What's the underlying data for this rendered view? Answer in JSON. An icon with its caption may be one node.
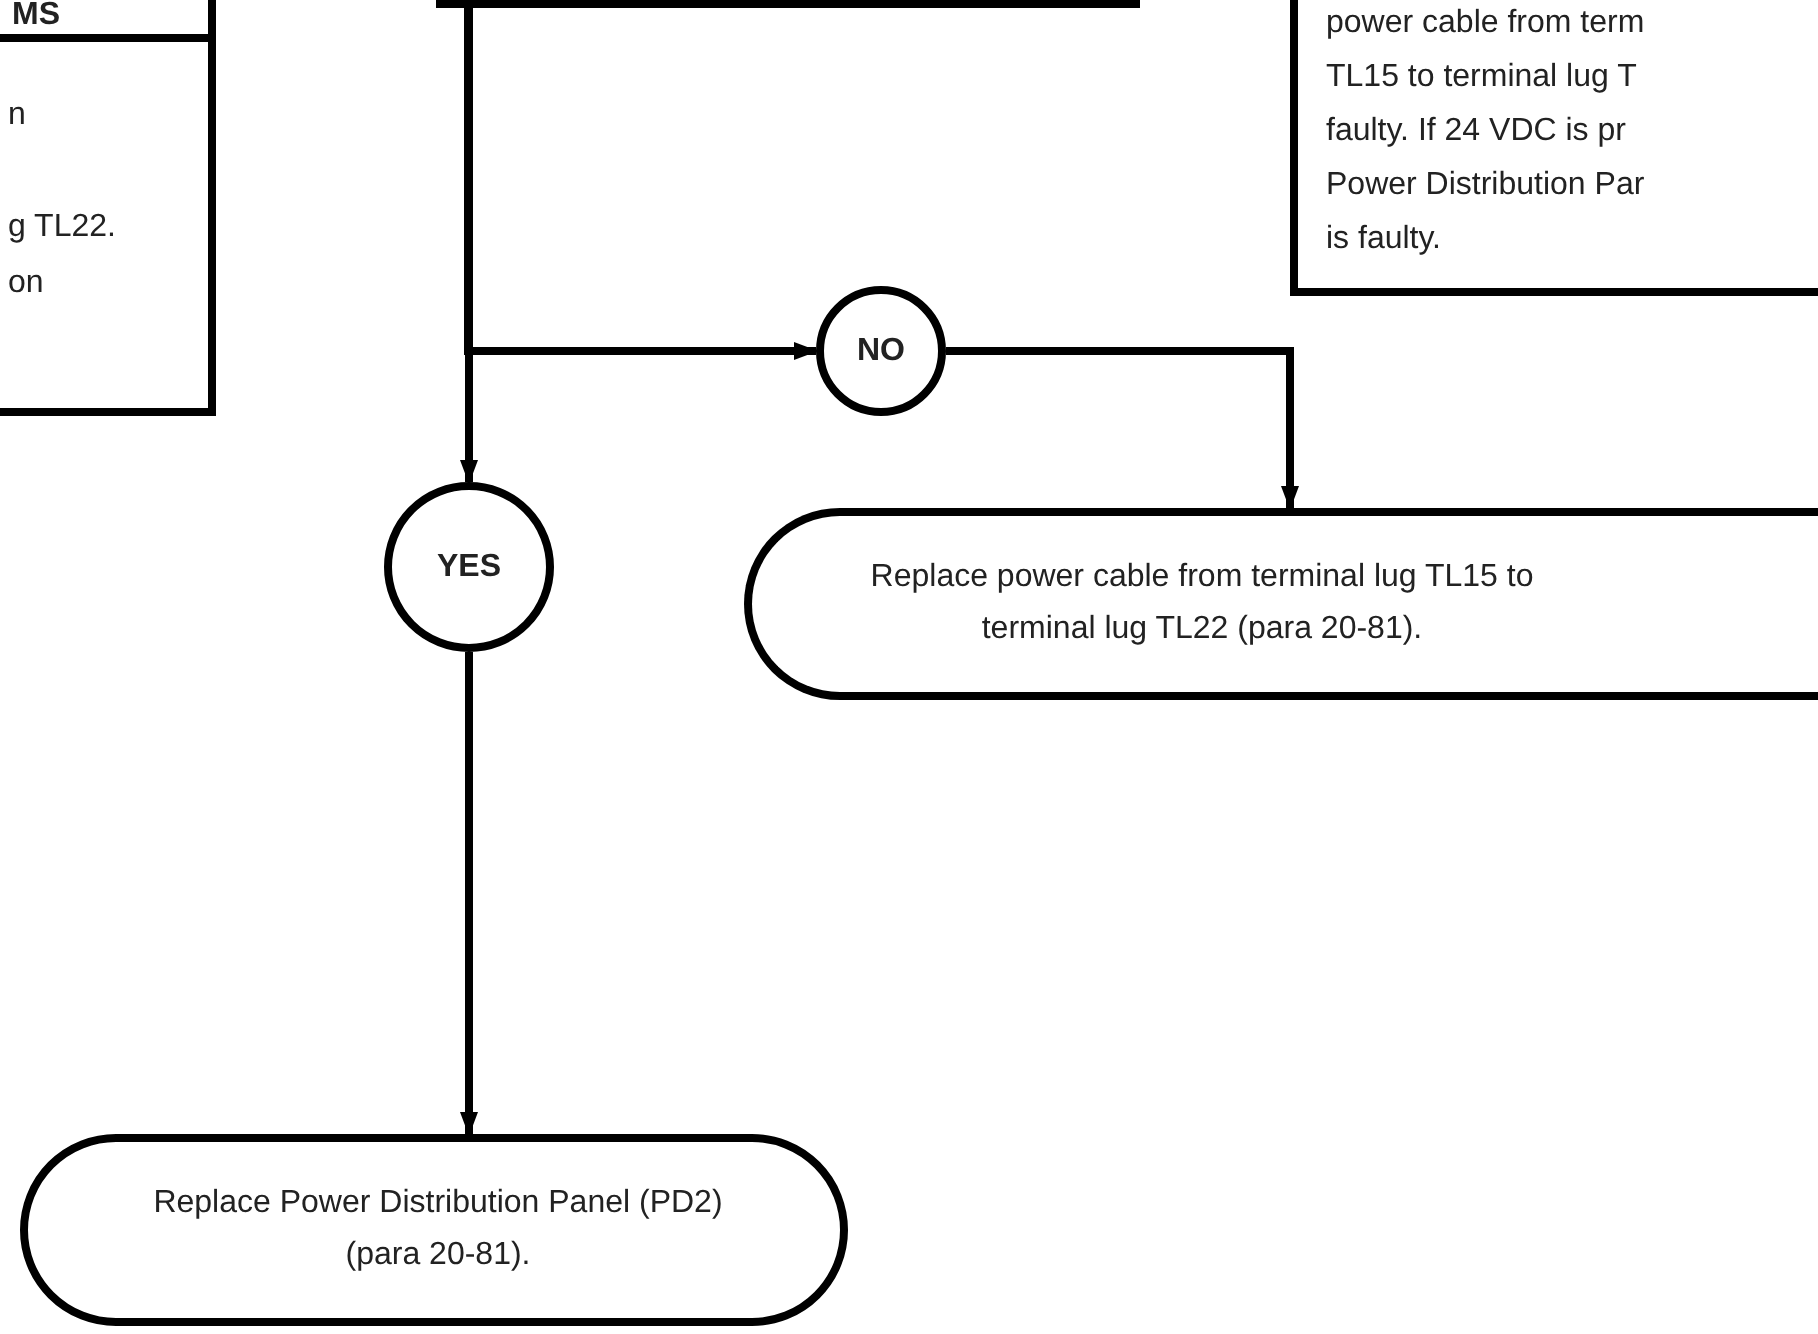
{
  "diagram": {
    "nodes": [
      {
        "text": [
          "MS",
          "n",
          "g TL22.",
          "on"
        ]
      },
      {
        "text": [],
        "shape": "box"
      },
      {
        "text": [
          "power cable from term",
          "TL15 to terminal lug T",
          "faulty.  If 24 VDC is pr",
          "Power Distribution Par",
          "is faulty."
        ]
      },
      {
        "text": [
          "NO"
        ]
      },
      {
        "text": [
          "YES"
        ]
      },
      {
        "text": [
          "Replace power cable from terminal lug TL15 to terminal lug TL22 (para 20-81)."
        ]
      },
      {
        "text": [
          "Replace Power Distribution Panel (PD2) (para 20-81)."
        ]
      }
    ],
    "edges": [
      {
        "from": 1,
        "to": 3,
        "arrow": "to"
      },
      {
        "from": 1,
        "to": 4,
        "arrow": "to"
      },
      {
        "from": 3,
        "to": 5,
        "arrow": "to"
      },
      {
        "from": 4,
        "to": 6,
        "arrow": "to"
      }
    ]
  }
}
